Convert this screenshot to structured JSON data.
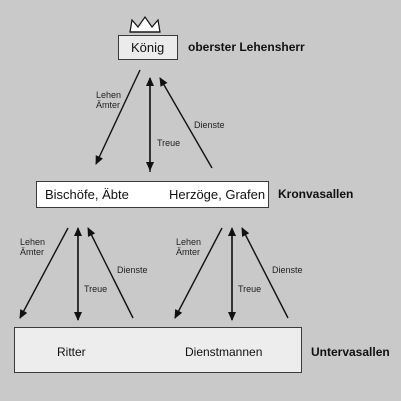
{
  "crown": "crown-icon",
  "king": {
    "label": "König",
    "side_label": "oberster Lehensherr"
  },
  "kron": {
    "left_label": "Bischöfe, Äbte",
    "right_label": "Herzöge, Grafen",
    "side_label": "Kronvasallen"
  },
  "unter": {
    "left_label": "Ritter",
    "right_label": "Dienstmannen",
    "side_label": "Untervasallen"
  },
  "relations": {
    "lehen": "Lehen",
    "aemter": "Ämter",
    "treue": "Treue",
    "dienste": "Dienste"
  },
  "colors": {
    "background": "#c9c9c9",
    "box": "#ffffff",
    "line": "#111111"
  }
}
